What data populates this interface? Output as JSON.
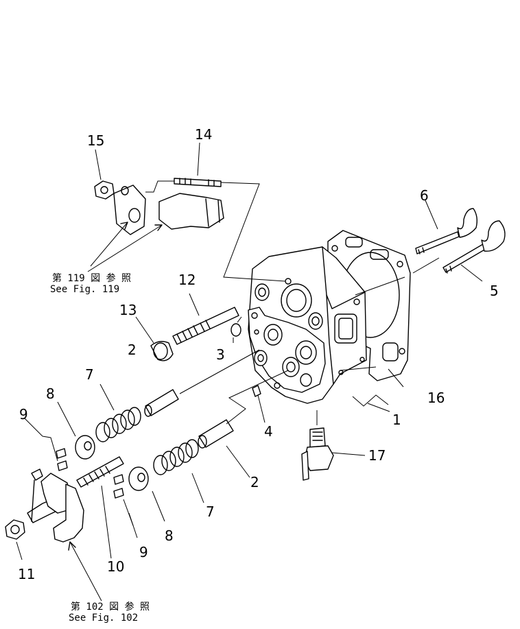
{
  "diagram": {
    "part_numbers": {
      "p1": "1",
      "p2a": "2",
      "p2b": "2",
      "p3": "3",
      "p4": "4",
      "p5": "5",
      "p6": "6",
      "p7a": "7",
      "p7b": "7",
      "p8a": "8",
      "p8b": "8",
      "p9a": "9",
      "p9b": "9",
      "p10": "10",
      "p11": "11",
      "p12": "12",
      "p13": "13",
      "p14": "14",
      "p15": "15",
      "p16": "16",
      "p17": "17"
    },
    "references": {
      "fig119_jp": "第 119 図 参 照",
      "fig119_en": "See Fig. 119",
      "fig102_jp": "第 102 図 参 照",
      "fig102_en": "See Fig. 102"
    }
  }
}
